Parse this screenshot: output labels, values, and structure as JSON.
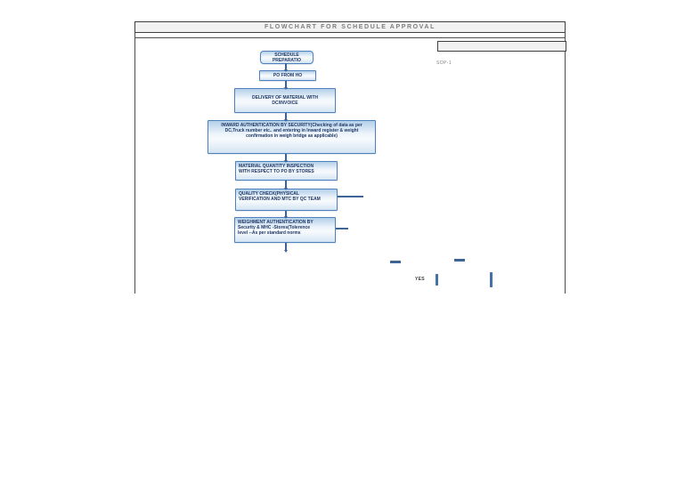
{
  "document": {
    "title": "FLOWCHART FOR SCHEDULE APPROVAL",
    "sop_reference": "SOP-1"
  },
  "flowchart": {
    "nodes": [
      {
        "id": "schedule-preparation",
        "shape": "rounded",
        "label": "SCHEDULE PREPARATIO"
      },
      {
        "id": "po-from-ho",
        "shape": "rect",
        "label": "PO FROM HO"
      },
      {
        "id": "delivery-of-material",
        "shape": "rect",
        "label": "DELIVERY OF MATERIAL WITH DC/INVOICE"
      },
      {
        "id": "inward-authentication",
        "shape": "rect",
        "label": "INWARD AUTHENTICATION BY SECURITY(Checking of data as per DC,Truck number etc.. and entering in Inward register & weight confirmation in weigh bridge as applicable)"
      },
      {
        "id": "material-quantity-inspection",
        "shape": "rect",
        "label": "MATERIAL QUANTITY INSPECTION WITH RESPECT TO  PO BY STORES"
      },
      {
        "id": "quality-check",
        "shape": "rect",
        "label": "QUALITY CHECK(PHYSICAL VERIFICATION AND MTC BY QC TEAM"
      },
      {
        "id": "weighment-authentication",
        "shape": "rect",
        "label": "WEIGHMENT AUTHENTICATION BY Security & MHC -Stores(Tolerence level --As per  standard norms"
      }
    ],
    "branch_label_yes": "YES"
  },
  "colors": {
    "node_border": "#4f81bd",
    "node_fill_top": "#b3cfe9",
    "node_fill_bottom": "#d3e4f3",
    "node_text": "#1f3864",
    "connector": "#3e6496",
    "title_text": "#7f7f7f",
    "bar_fill": "#f2f2f2",
    "frame_border": "#4d4d4d"
  }
}
